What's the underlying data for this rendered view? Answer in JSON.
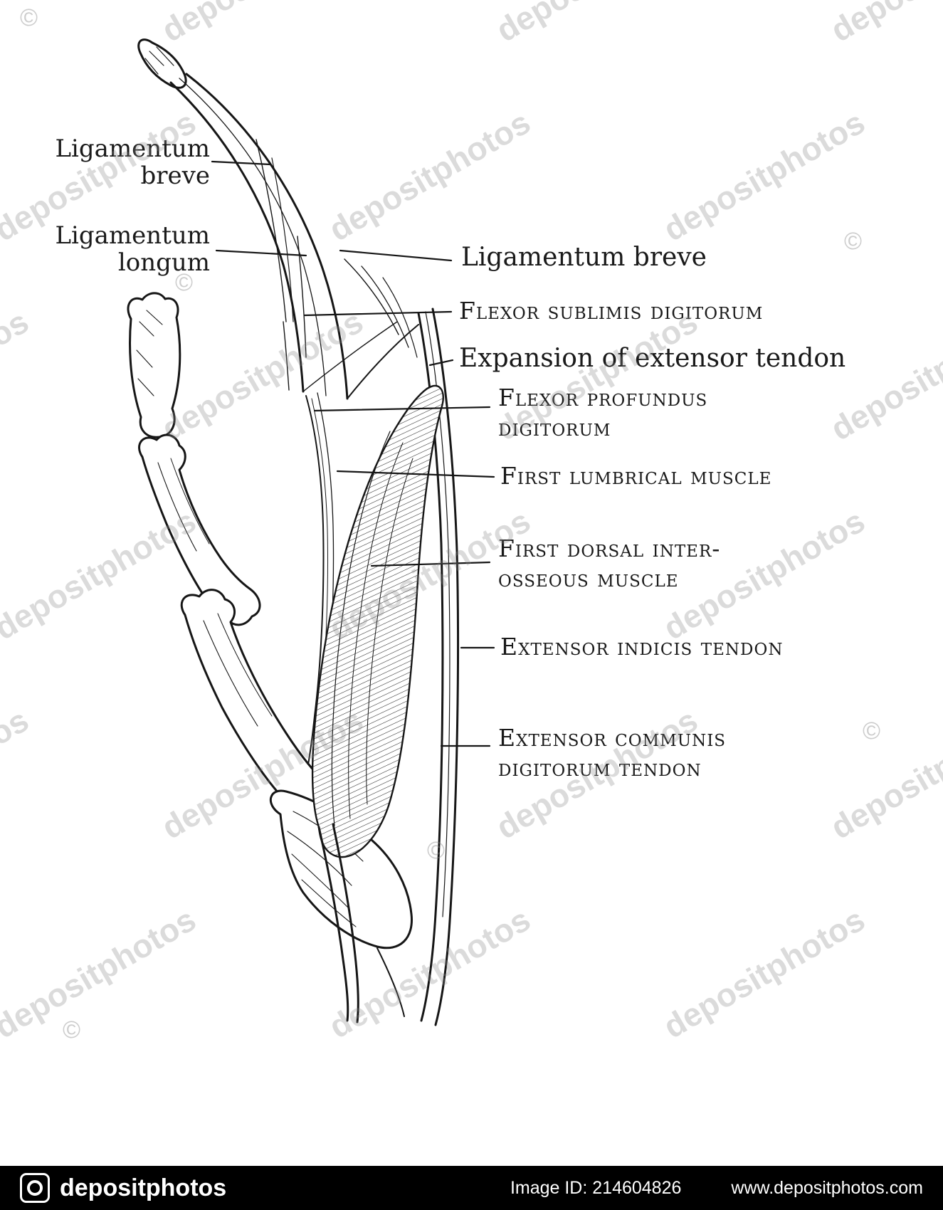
{
  "watermark": {
    "text": "depositphotos",
    "copyright_mark": "©"
  },
  "figure": {
    "left_labels": [
      {
        "line1": "Ligamentum",
        "line2": "breve"
      },
      {
        "line1": "Ligamentum",
        "line2": "longum"
      }
    ],
    "right_labels": [
      {
        "text": "Ligamentum breve"
      },
      {
        "text": "Flexor sublimis digitorum"
      },
      {
        "text": "Expansion of extensor tendon"
      },
      {
        "line1": "Flexor profundus",
        "line2": "digitorum"
      },
      {
        "text": "First lumbrical muscle"
      },
      {
        "line1": "First dorsal inter-",
        "line2": "osseous muscle"
      },
      {
        "text": "Extensor indicis tendon"
      },
      {
        "line1": "Extensor communis",
        "line2": "digitorum tendon"
      }
    ]
  },
  "footer": {
    "brand": "depositphotos",
    "image_id": "Image ID: 214604826",
    "website": "www.depositphotos.com"
  }
}
